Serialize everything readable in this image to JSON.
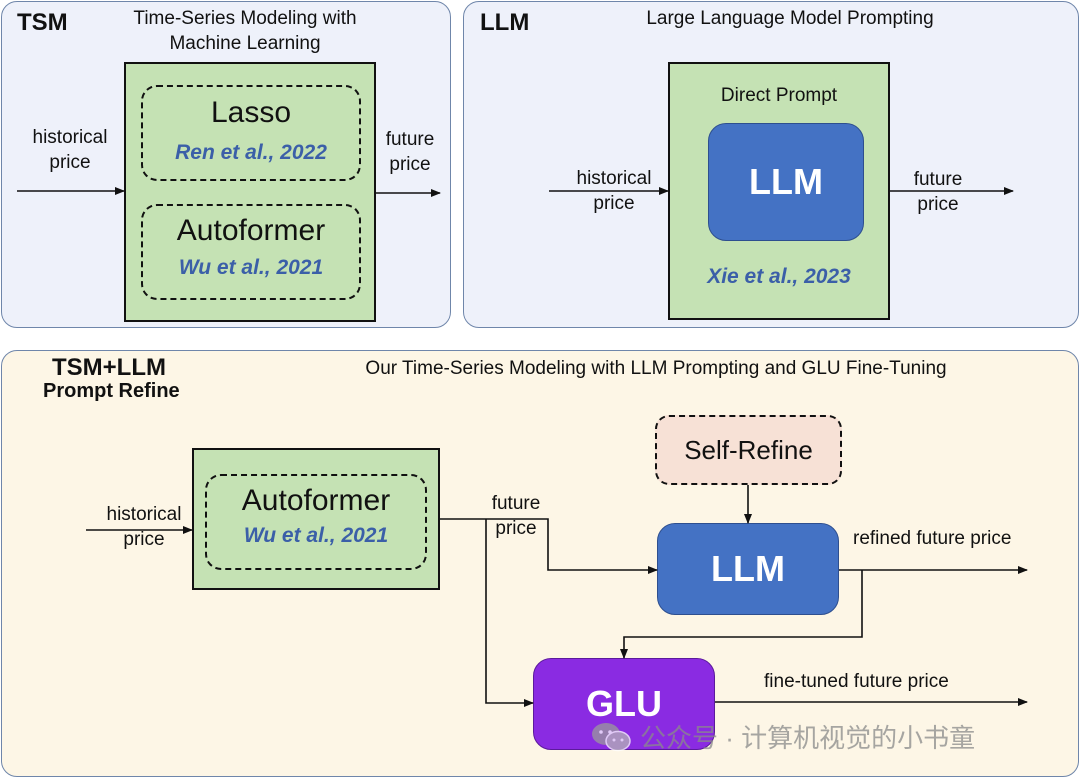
{
  "tsm_panel": {
    "tag": "TSM",
    "title_line1": "Time-Series Modeling with",
    "title_line2": "Machine Learning",
    "input_line1": "historical",
    "input_line2": "price",
    "output_line1": "future",
    "output_line2": "price",
    "models": [
      {
        "name": "Lasso",
        "citation": "Ren et al., 2022"
      },
      {
        "name": "Autoformer",
        "citation": "Wu et al., 2021"
      }
    ]
  },
  "llm_panel": {
    "tag": "LLM",
    "title": "Large Language Model Prompting",
    "box_title": "Direct Prompt",
    "llm_label": "LLM",
    "citation": "Xie et al., 2023",
    "input_line1": "historical",
    "input_line2": "price",
    "output_line1": "future",
    "output_line2": "price"
  },
  "combined_panel": {
    "tag": "TSM+LLM",
    "subtag": "Prompt Refine",
    "title": "Our Time-Series Modeling with LLM Prompting and GLU Fine-Tuning",
    "input_line1": "historical",
    "input_line2": "price",
    "model": {
      "name": "Autoformer",
      "citation": "Wu et al., 2021"
    },
    "mid_line1": "future",
    "mid_line2": "price",
    "self_refine": "Self-Refine",
    "llm_label": "LLM",
    "refined_output": "refined future price",
    "glu_label": "GLU",
    "finetuned_output": "fine-tuned future price"
  },
  "watermark": {
    "text": "公众号 · 计算机视觉的小书童",
    "icon": "wechat-icon"
  },
  "colors": {
    "panel_border": "#6f86aa",
    "top_panel_bg": "#eef1fa",
    "bottom_panel_bg": "#fdf6e6",
    "green_box": "#c5e2b4",
    "llm_blue": "#4472c4",
    "glu_purple": "#8a2be2",
    "self_refine_bg": "#f7e1d6",
    "citation_blue": "#3b5fa8"
  }
}
